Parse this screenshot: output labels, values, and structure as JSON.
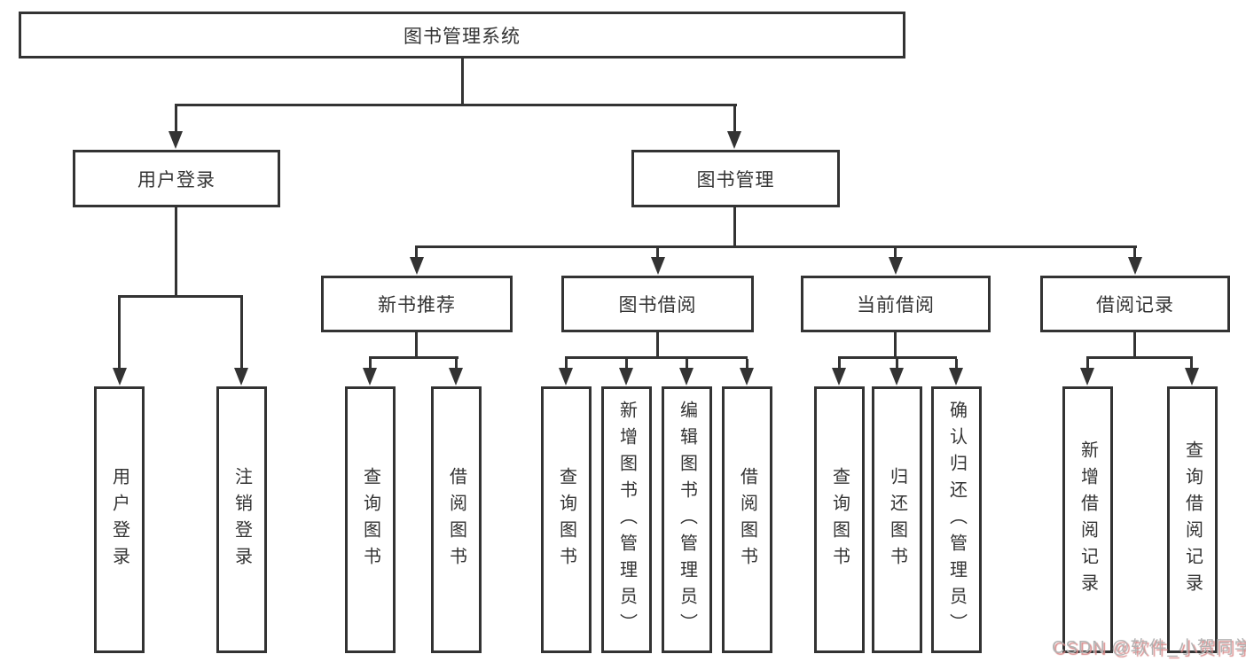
{
  "diagram": {
    "root": "图书管理系统",
    "level2": [
      "用户登录",
      "图书管理"
    ],
    "level3": [
      "新书推荐",
      "图书借阅",
      "当前借阅",
      "借阅记录"
    ],
    "leaves_user_login": [
      "用户登录",
      "注销登录"
    ],
    "leaves_new_book": [
      "查询图书",
      "借阅图书"
    ],
    "leaves_book_borrow": [
      "查询图书",
      "新增图书（管理员）",
      "编辑图书（管理员）",
      "借阅图书"
    ],
    "leaves_current_borrow": [
      "查询图书",
      "归还图书",
      "确认归还（管理员）"
    ],
    "leaves_borrow_record": [
      "新增借阅记录",
      "查询借阅记录"
    ]
  },
  "watermark": "CSDN @软件_小贺同学",
  "colors": {
    "line": "#333333",
    "text": "#333333",
    "background": "#ffffff",
    "watermark_text": "#b3b3b3",
    "watermark_shadow": "#d98c8c"
  }
}
